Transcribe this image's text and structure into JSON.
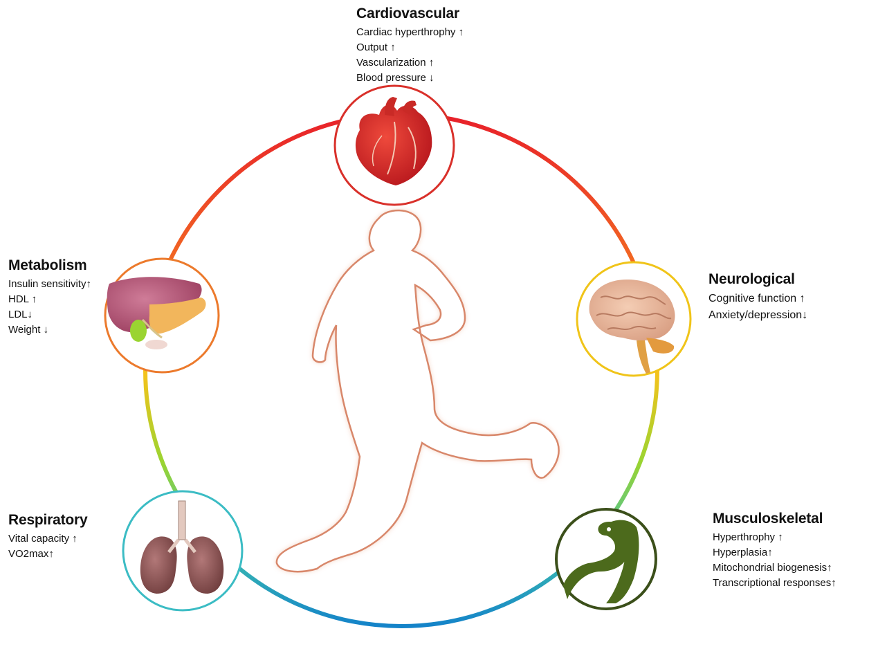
{
  "systems": {
    "cardiovascular": {
      "title": "Cardiovascular",
      "effects": [
        "Cardiac hyperthrophy ↑",
        "Output ↑",
        "Vascularization ↑",
        "Blood pressure ↓"
      ],
      "icon": "heart-icon",
      "ring_color": "#d9302a"
    },
    "metabolism": {
      "title": "Metabolism",
      "effects": [
        "Insulin sensitivity↑",
        "HDL ↑",
        "LDL↓",
        "Weight ↓"
      ],
      "icon": "liver-pancreas-icon",
      "ring_color": "#ec7a2c"
    },
    "neurological": {
      "title": "Neurological",
      "effects": [
        "Cognitive function ↑",
        "Anxiety/depression↓"
      ],
      "icon": "brain-icon",
      "ring_color": "#f0c419"
    },
    "respiratory": {
      "title": "Respiratory",
      "effects": [
        "Vital capacity ↑",
        "VO2max↑"
      ],
      "icon": "lungs-icon",
      "ring_color": "#3bbcc4"
    },
    "musculoskeletal": {
      "title": "Musculoskeletal",
      "effects": [
        "Hyperthrophy ↑",
        "Hyperplasia↑",
        "Mitochondrial biogenesis↑",
        "Transcriptional responses↑"
      ],
      "icon": "flexed-arm-icon",
      "ring_color": "#4a6a1e"
    }
  },
  "center_figure": {
    "icon": "runner-silhouette-icon"
  },
  "colors": {
    "ring_top": "#e8202a",
    "ring_mid": "#f7c21b",
    "ring_lower": "#9ad431",
    "ring_bottom": "#1483c9"
  }
}
